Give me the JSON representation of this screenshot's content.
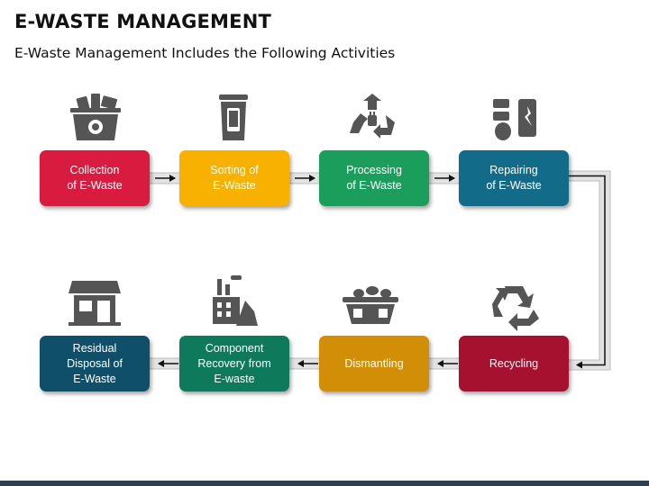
{
  "title": "E-WASTE MANAGEMENT",
  "subtitle": "E-Waste Management Includes the Following Activities",
  "steps": [
    {
      "label": "Collection\nof E-Waste",
      "color": "#d81b3f",
      "icon": "recycle-bin-icon"
    },
    {
      "label": "Sorting of\nE-Waste",
      "color": "#f9b100",
      "icon": "trash-can-icon"
    },
    {
      "label": "Processing\nof E-Waste",
      "color": "#1b9e5c",
      "icon": "recycle-plug-icon"
    },
    {
      "label": "Repairing\nof E-Waste",
      "color": "#136b8a",
      "icon": "devices-repair-icon"
    },
    {
      "label": "Recycling",
      "color": "#a5112f",
      "icon": "recycle-icon"
    },
    {
      "label": "Dismantling",
      "color": "#d28e07",
      "icon": "waste-container-icon"
    },
    {
      "label": "Component\nRecovery from\nE-waste",
      "color": "#0f7a5b",
      "icon": "factory-recycle-icon"
    },
    {
      "label": "Residual\nDisposal of\nE-Waste",
      "color": "#0f4f69",
      "icon": "store-icon"
    }
  ]
}
